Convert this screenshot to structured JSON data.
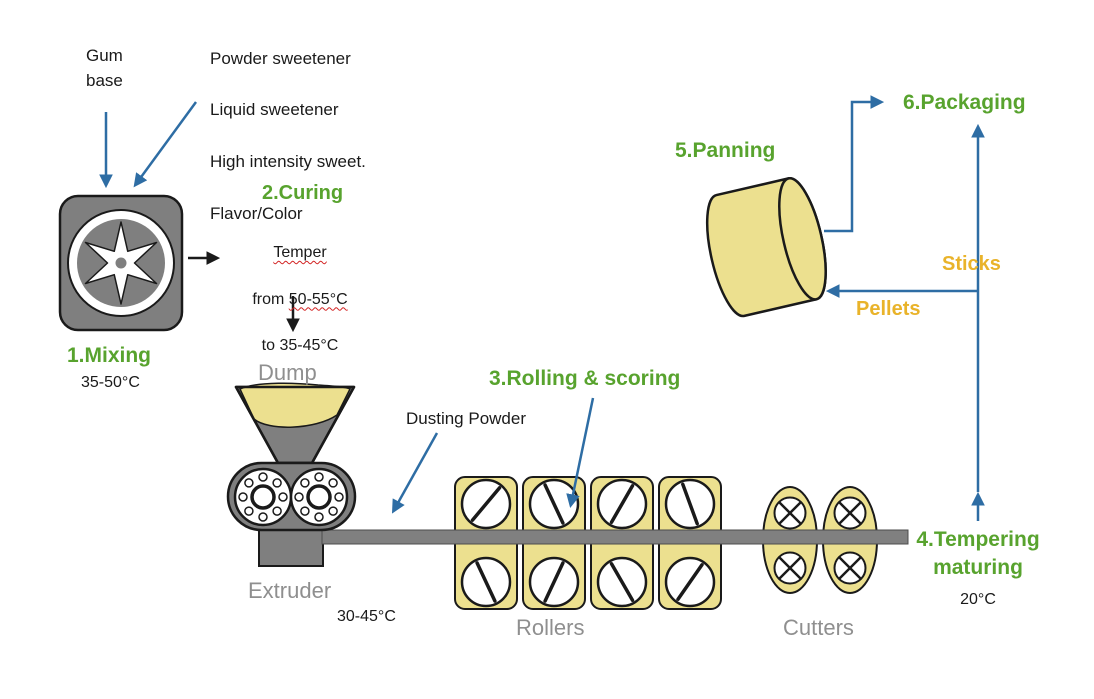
{
  "colors": {
    "green": "#58a32e",
    "gold": "#e9b32a",
    "blue": "#2e6da4",
    "ink": "#1a1a1a",
    "gray_machine": "#7f7f7f",
    "gray_text": "#8f8f8f",
    "yellow_fill": "#ece08f"
  },
  "inputs": {
    "gum_base": "Gum\nbase",
    "ingredients": [
      "Powder sweetener",
      "Liquid sweetener",
      "High intensity sweet.",
      "Flavor/Color"
    ]
  },
  "steps": {
    "mixing": {
      "title": "1.Mixing",
      "temp": "35-50°C"
    },
    "curing": {
      "title": "2.Curing",
      "line1": "Temper",
      "line2_prefix": "from ",
      "line2_value": "50-55°C",
      "line3": "to 35-45°C"
    },
    "rolling": {
      "title": "3.Rolling & scoring"
    },
    "tempering": {
      "title": "4.Tempering\nmaturing",
      "temp": "20°C"
    },
    "panning": {
      "title": "5.Panning"
    },
    "packaging": {
      "title": "6.Packaging"
    }
  },
  "equipment": {
    "dump": "Dump",
    "extruder": "Extruder",
    "extruder_temp": "30-45°C",
    "rollers": "Rollers",
    "cutters": "Cutters"
  },
  "annotations": {
    "dusting": "Dusting Powder",
    "pellets": "Pellets",
    "sticks": "Sticks"
  }
}
